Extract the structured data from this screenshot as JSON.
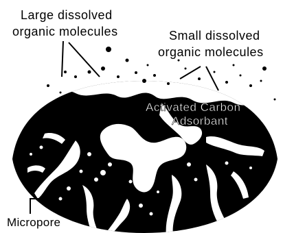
{
  "labels": {
    "large_line1": "Large dissolved",
    "large_line2": "organic molecules",
    "small_line1": "Small dissolved",
    "small_line2": "organic molecules",
    "carbon_line1": "Activated Carbon",
    "carbon_line2": "Adsorbant",
    "micropore": "Micropore"
  },
  "colors": {
    "carbon": "#000000",
    "pore": "#ffffff",
    "background": "#ffffff"
  }
}
